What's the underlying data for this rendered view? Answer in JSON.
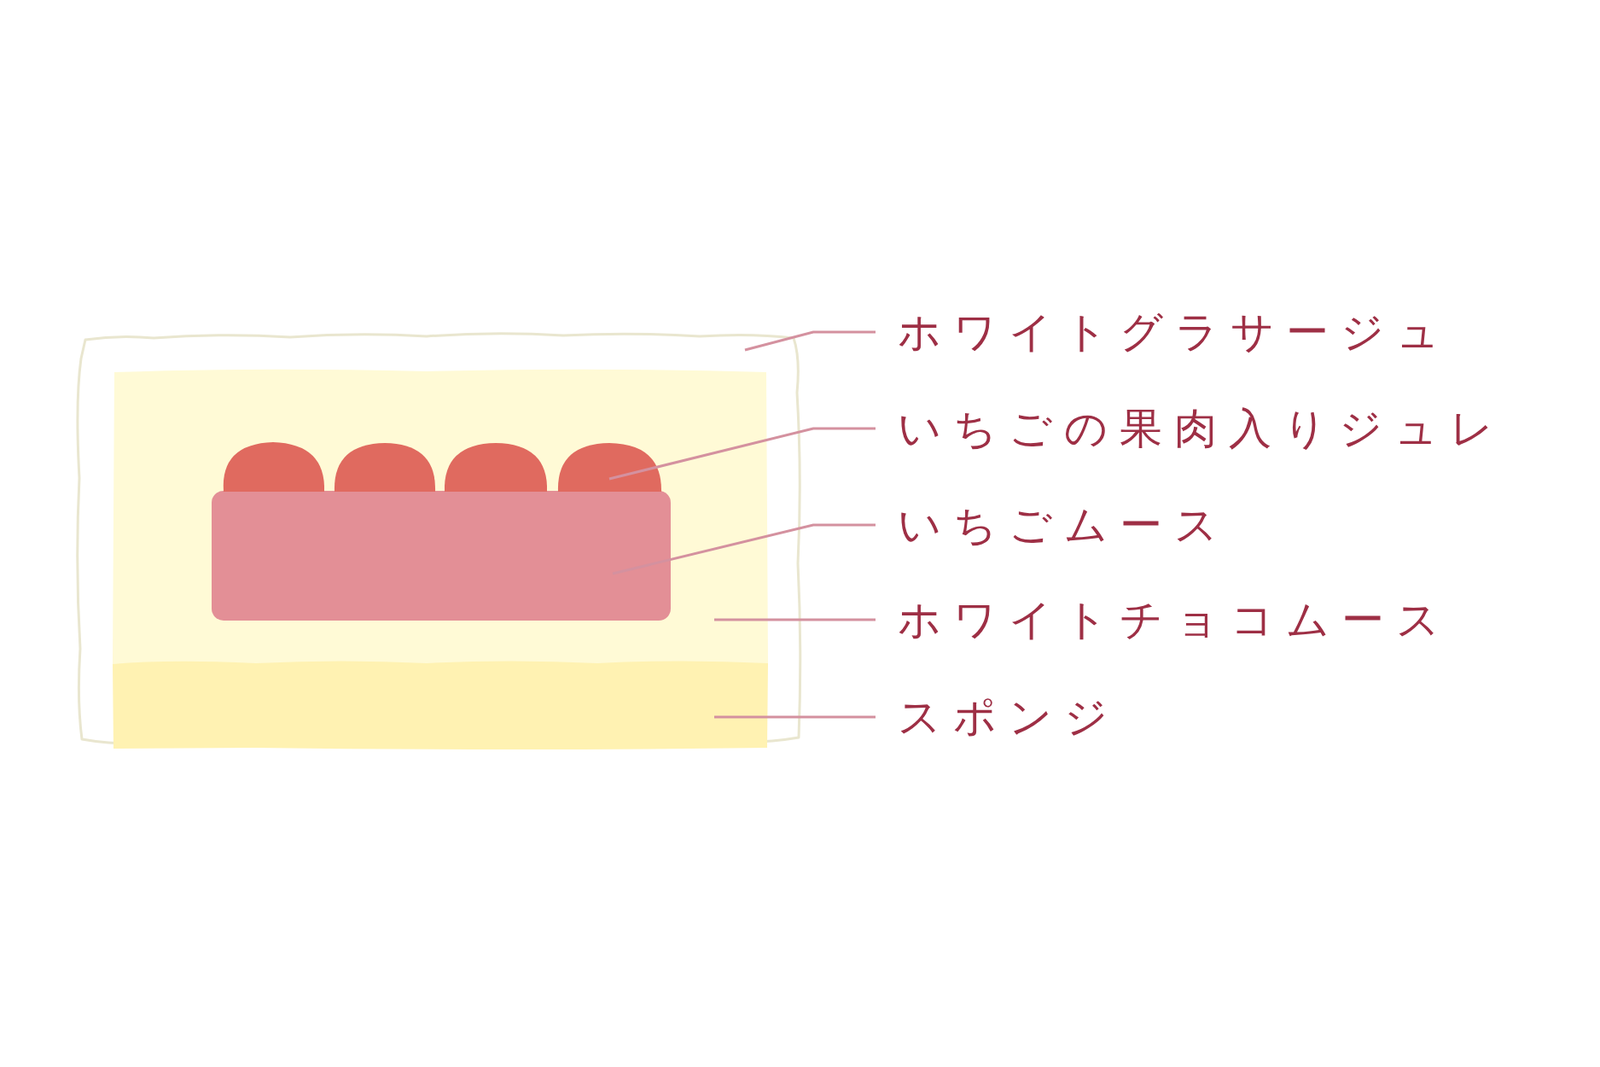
{
  "diagram": {
    "labels": [
      "ホワイトグラサージュ",
      "いちごの果肉入りジュレ",
      "いちごムース",
      "ホワイトチョコムース",
      "スポンジ"
    ]
  }
}
